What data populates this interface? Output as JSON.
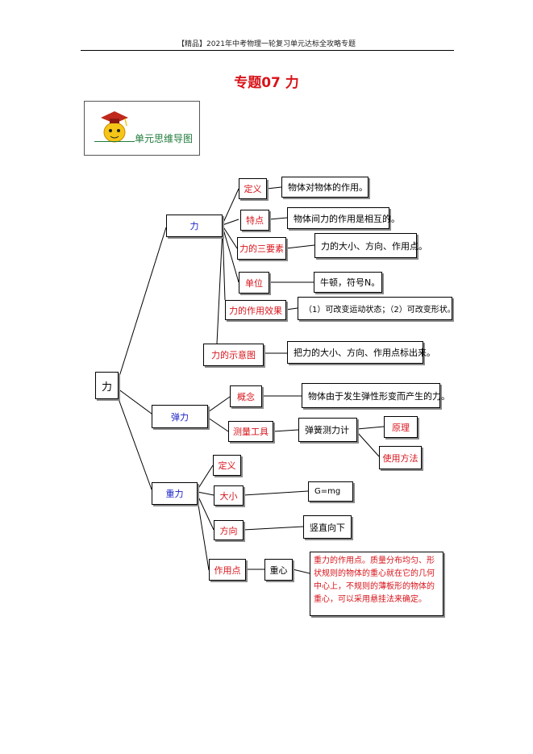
{
  "header": {
    "text": "【精品】2021年中考物理一轮复习单元达标全攻略专题"
  },
  "title": "专题07  力",
  "badge": {
    "label": "单元思维导图"
  },
  "mindmap": {
    "root": "力",
    "force": {
      "label": "力",
      "definition": {
        "label": "定义",
        "content": "物体对物体的作用。"
      },
      "feature": {
        "label": "特点",
        "content": "物体间力的作用是相互的。"
      },
      "three_elements": {
        "label": "力的三要素",
        "content": "力的大小、方向、作用点。"
      },
      "unit": {
        "label": "单位",
        "content": "牛顿，符号N。"
      },
      "effect": {
        "label": "力的作用效果",
        "content": "（1）可改变运动状态；（2）可改变形状。"
      },
      "diagram": {
        "label": "力的示意图",
        "content": "把力的大小、方向、作用点标出来。"
      }
    },
    "elastic": {
      "label": "弹力",
      "concept": {
        "label": "概念",
        "content": "物体由于发生弹性形变而产生的力。"
      },
      "measure": {
        "label": "测量工具",
        "tool": "弹簧测力计",
        "principle": "原理",
        "usage": "使用方法"
      }
    },
    "gravity": {
      "label": "重力",
      "definition": {
        "label": "定义"
      },
      "magnitude": {
        "label": "大小",
        "content": "G=mg"
      },
      "direction": {
        "label": "方向",
        "content": "竖直向下"
      },
      "point": {
        "label": "作用点",
        "center": "重心",
        "note": "重力的作用点。质量分布均匀、形状规则的物体的重心就在它的几何中心上，不规则的薄板形的物体的重心，可以采用悬挂法来确定。"
      }
    }
  },
  "colors": {
    "red": "#d8141b",
    "blue": "#1a22c4",
    "green": "#1f7a3a"
  }
}
